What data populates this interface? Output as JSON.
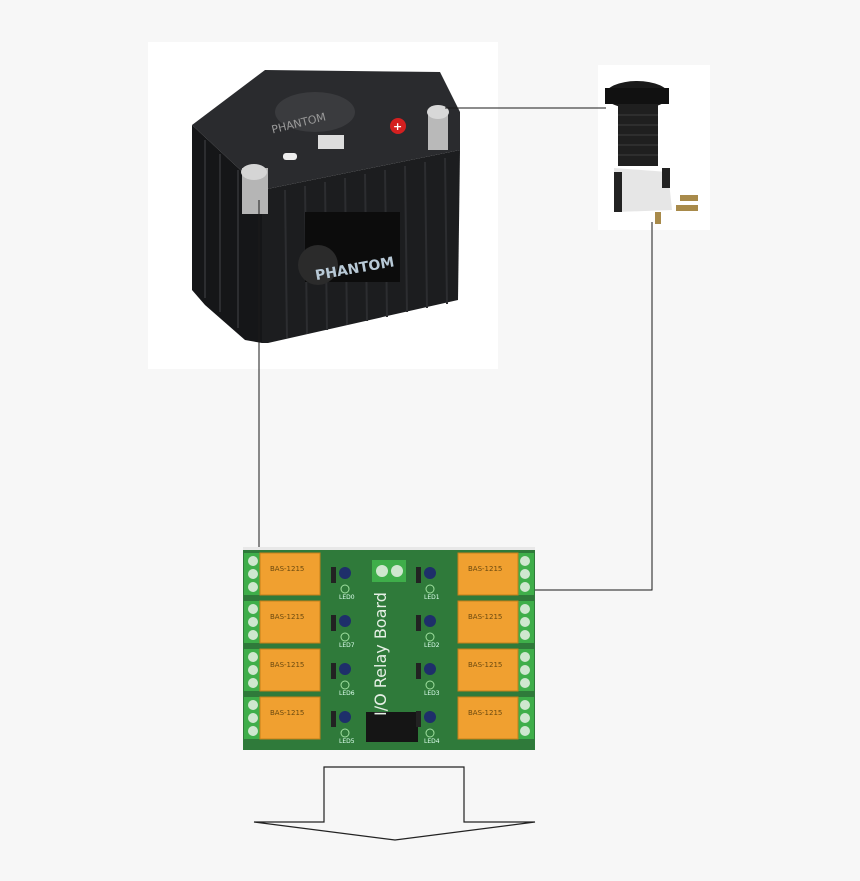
{
  "colors": {
    "background": "#f7f7f7",
    "wire": "#1a1a1a",
    "battery_body": "#1c1d1f",
    "board_pcb": "#2f7a3a",
    "relay": "#f0a030",
    "terminal_block": "#3fae4a"
  },
  "battery": {
    "brand_top": "PHANTOM",
    "brand_label": "PHANTOM"
  },
  "relay_board": {
    "title": "I/O Relay Board",
    "relay_text": "BAS-1215",
    "leds_left": [
      "LED0",
      "LED7",
      "LED6",
      "LED5"
    ],
    "leds_right": [
      "LED1",
      "LED2",
      "LED3",
      "LED4"
    ]
  },
  "icons": [
    "battery-image",
    "push-button-image",
    "relay-board-image",
    "down-arrow-icon"
  ]
}
